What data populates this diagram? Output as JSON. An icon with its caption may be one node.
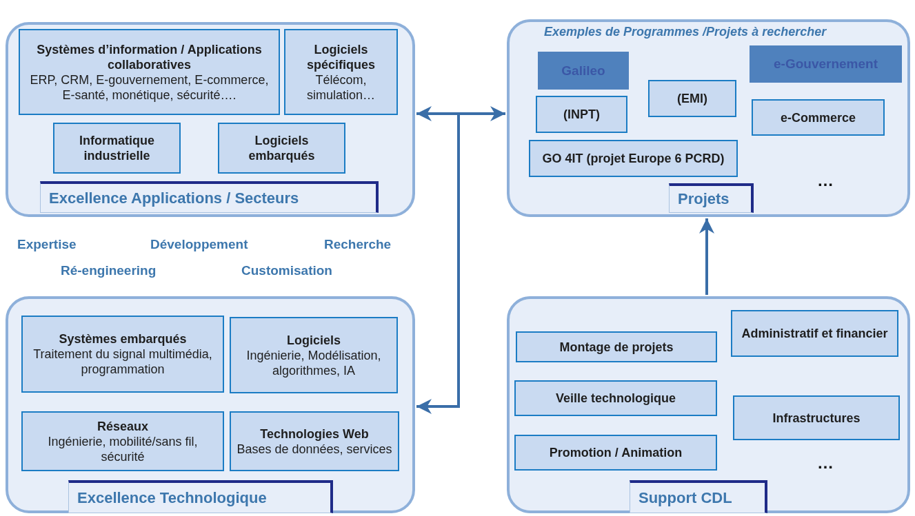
{
  "diagram": {
    "nodes": [
      {
        "text": [],
        "shape": "box"
      },
      {
        "text": [
          "Systèmes d’information / Applications collaboratives",
          "ERP, CRM, E-gouvernement, E-commerce, E-santé, monétique, sécurité…."
        ],
        "in": 0
      },
      {
        "text": [
          "Logiciels spécifiques",
          "Télécom, simulation…"
        ],
        "in": 0
      },
      {
        "text": [
          "Informatique industrielle"
        ],
        "in": 0
      },
      {
        "text": [
          "Logiciels embarqués"
        ],
        "in": 0
      },
      {
        "text": [
          "Excellence Applications / Secteurs"
        ],
        "in": 0
      },
      {
        "text": [
          "Exemples de Programmes /Projets à rechercher"
        ]
      },
      {
        "text": [
          "Galileo"
        ],
        "in": 6
      },
      {
        "text": [
          "e-Gouvernement"
        ],
        "in": 6
      },
      {
        "text": [
          "(INPT)"
        ],
        "in": 6
      },
      {
        "text": [
          "(EMI)"
        ],
        "in": 6
      },
      {
        "text": [
          "e-Commerce"
        ],
        "in": 6
      },
      {
        "text": [
          "GO 4IT (projet Europe 6 PCRD)"
        ],
        "in": 6
      },
      {
        "text": [
          "Projets"
        ],
        "in": 6
      },
      {
        "text": [],
        "shape": "box"
      },
      {
        "text": [
          "Systèmes embarqués",
          "Traitement du signal multimédia, programmation"
        ],
        "in": 14
      },
      {
        "text": [
          "Logiciels",
          "Ingénierie, Modélisation, algorithmes, IA"
        ],
        "in": 14
      },
      {
        "text": [
          "Réseaux",
          "Ingénierie, mobilité/sans fil, sécurité"
        ],
        "in": 14
      },
      {
        "text": [
          "Technologies Web",
          "Bases de données, services"
        ],
        "in": 14
      },
      {
        "text": [
          "Excellence Technologique"
        ],
        "in": 14
      },
      {
        "text": [],
        "shape": "box"
      },
      {
        "text": [
          "Montage de projets"
        ],
        "in": 20
      },
      {
        "text": [
          "Administratif et financier"
        ],
        "in": 20
      },
      {
        "text": [
          "Veille technologique"
        ],
        "in": 20
      },
      {
        "text": [
          "Infrastructures"
        ],
        "in": 20
      },
      {
        "text": [
          "Promotion / Animation"
        ],
        "in": 20
      },
      {
        "text": [
          "Support CDL"
        ],
        "in": 20
      }
    ],
    "edges": [
      {
        "from": 0,
        "to": 6,
        "arrow": "both"
      },
      {
        "from": 6,
        "to": 14,
        "arrow": "to"
      },
      {
        "from": 20,
        "to": 6,
        "arrow": "to"
      }
    ],
    "labels": [
      "Expertise",
      "Développement",
      "Recherche",
      "Ré-engineering",
      "Customisation",
      "…",
      "…"
    ]
  }
}
